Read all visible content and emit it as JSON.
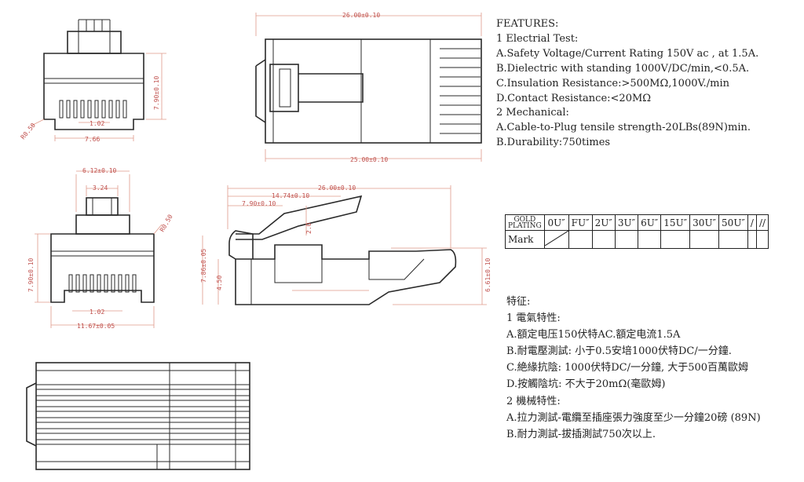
{
  "dimensions": {
    "d1": "7.90±0.10",
    "d2": "R0.50",
    "d3": "1.02",
    "d4": "7.66",
    "d5": "26.00±0.10",
    "d6": "25.00±0.10",
    "d7": "6.12±0.10",
    "d8": "3.24",
    "d9": "R0.50",
    "d10": "7.90±0.10",
    "d11": "1.02",
    "d12": "11.67±0.05",
    "d13": "26.00±0.10",
    "d14": "14.74±0.10",
    "d15": "7.90±0.10",
    "d16": "2.0",
    "d17": "7.86±0.05",
    "d18": "4.50",
    "d19": "6.61±0.10"
  },
  "features_en": {
    "title": "FEATURES:",
    "lines": [
      "1 Electrial Test:",
      "A.Safety Voltage/Current Rating 150V ac , at 1.5A.",
      "B.Dielectric with standing 1000V/DC/min,<0.5A.",
      "C.Insulation Resistance:>500MΩ,1000V./min",
      "D.Contact Resistance:<20MΩ",
      "2 Mechanical:",
      "A.Cable-to-Plug tensile strength-20LBs(89N)min.",
      "B.Durability:750times"
    ]
  },
  "plating_table": {
    "header_label_top": "GOLD",
    "header_label_bottom": "PLATING",
    "options": [
      "0U″",
      "FU″",
      "2U″",
      "3U″",
      "6U″",
      "15U″",
      "30U″",
      "50U″",
      "/",
      "//"
    ],
    "mark_label": "Mark"
  },
  "features_cn": {
    "title": "特征:",
    "lines": [
      "1 電氣特性:",
      "A.額定电压150伏特AC.額定电流1.5A",
      "B.耐電壓測試: 小于0.5安培1000伏特DC/一分鐘.",
      "C.絶緣抗陰: 1000伏特DC/一分鐘, 大于500百萬歐姆",
      "D.按觸陰坑: 不大于20mΩ(毫歐姆)",
      "2 機械特性:",
      "A.拉力測試-電纜至插座張力強度至少一分鐘20磅 (89N)",
      "B.耐力測試-拔插測試750次以上."
    ]
  }
}
